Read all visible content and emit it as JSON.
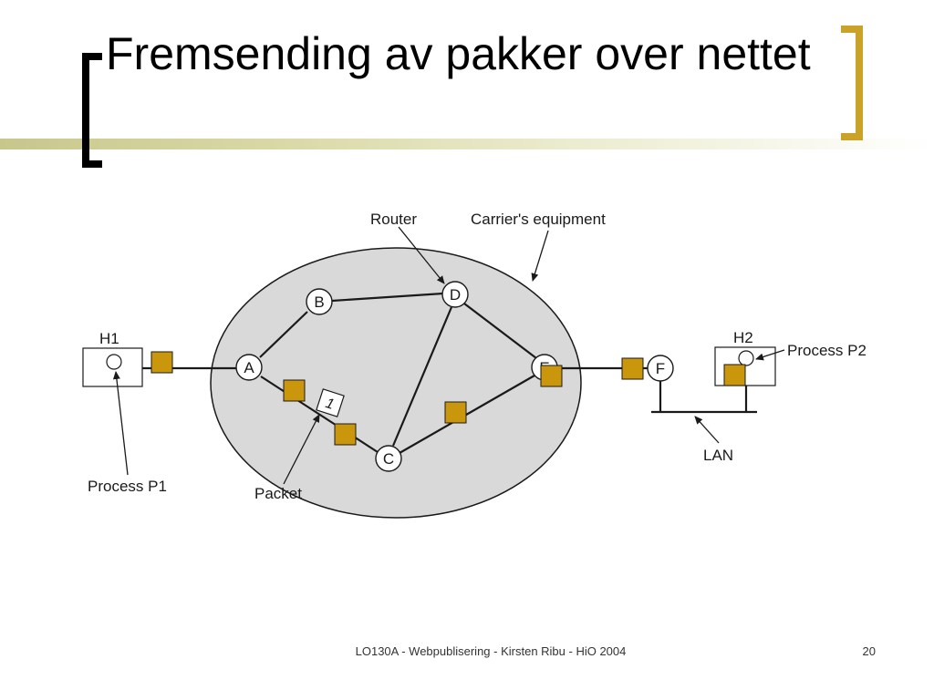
{
  "slide": {
    "title": "Fremsending av pakker over nettet"
  },
  "diagram": {
    "labels": {
      "router": "Router",
      "carrier": "Carrier's equipment",
      "process_p1": "Process P1",
      "process_p2": "Process P2",
      "packet": "Packet",
      "lan": "LAN"
    },
    "hosts": {
      "h1": "H1",
      "h2": "H2"
    },
    "nodes": {
      "a": "A",
      "b": "B",
      "c": "C",
      "d": "D",
      "e": "E",
      "f": "F"
    },
    "packet_number": "1"
  },
  "footer": {
    "text": "LO130A - Webpublisering - Kirsten Ribu - HiO 2004",
    "page": "20"
  },
  "colors": {
    "packet_fill": "#c9960c",
    "cloud_fill": "#d9d9d9",
    "accent_gold": "#c9a227",
    "accent_bar": "#c7c78c"
  }
}
